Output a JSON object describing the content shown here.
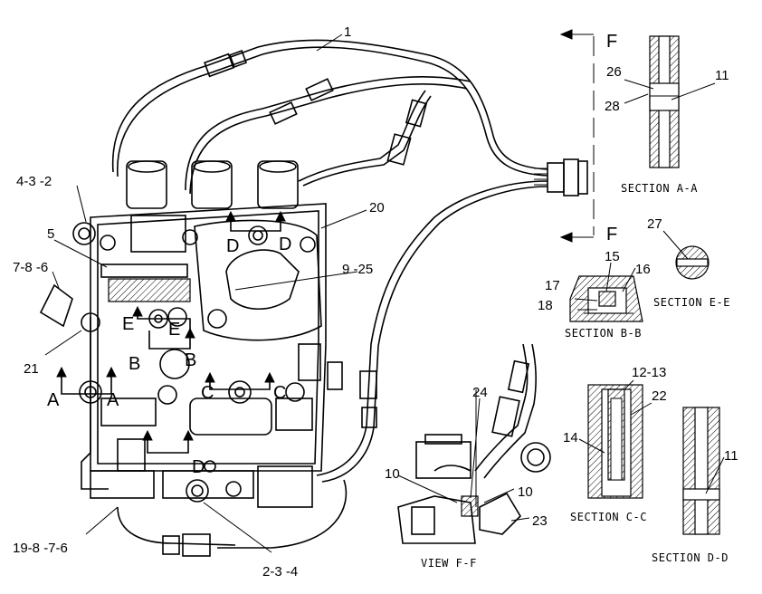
{
  "labels": {
    "callout_1": "1",
    "callout_4_3_2": "4-3 -2",
    "callout_5": "5",
    "callout_7_8_6": "7-8 -6",
    "callout_21": "21",
    "callout_20": "20",
    "callout_9_25": "9 -25",
    "callout_19_8_7_6": "19-8 -7-6",
    "callout_2_3_4": "2-3 -4",
    "callout_24": "24",
    "callout_10a": "10",
    "callout_10b": "10",
    "callout_23": "23",
    "callout_26": "26",
    "callout_28": "28",
    "callout_11a": "11",
    "callout_27": "27",
    "callout_15": "15",
    "callout_16": "16",
    "callout_17": "17",
    "callout_18": "18",
    "callout_12_13": "12-13",
    "callout_22": "22",
    "callout_14": "14",
    "callout_11b": "11"
  },
  "section_markers": {
    "f_top": "F",
    "f_bottom": "F",
    "a_left": "A",
    "a_right": "A",
    "b_left": "B",
    "b_right": "B",
    "e_left": "E",
    "e_right": "E",
    "d_top1": "D",
    "d_top2": "D",
    "d_bottom": "D",
    "c_left": "C",
    "c_right": "C"
  },
  "section_titles": {
    "section_a": "SECTION A-A",
    "section_e": "SECTION E-E",
    "section_b": "SECTION B-B",
    "section_c": "SECTION C-C",
    "section_d": "SECTION D-D",
    "view_f": "VIEW F-F"
  }
}
